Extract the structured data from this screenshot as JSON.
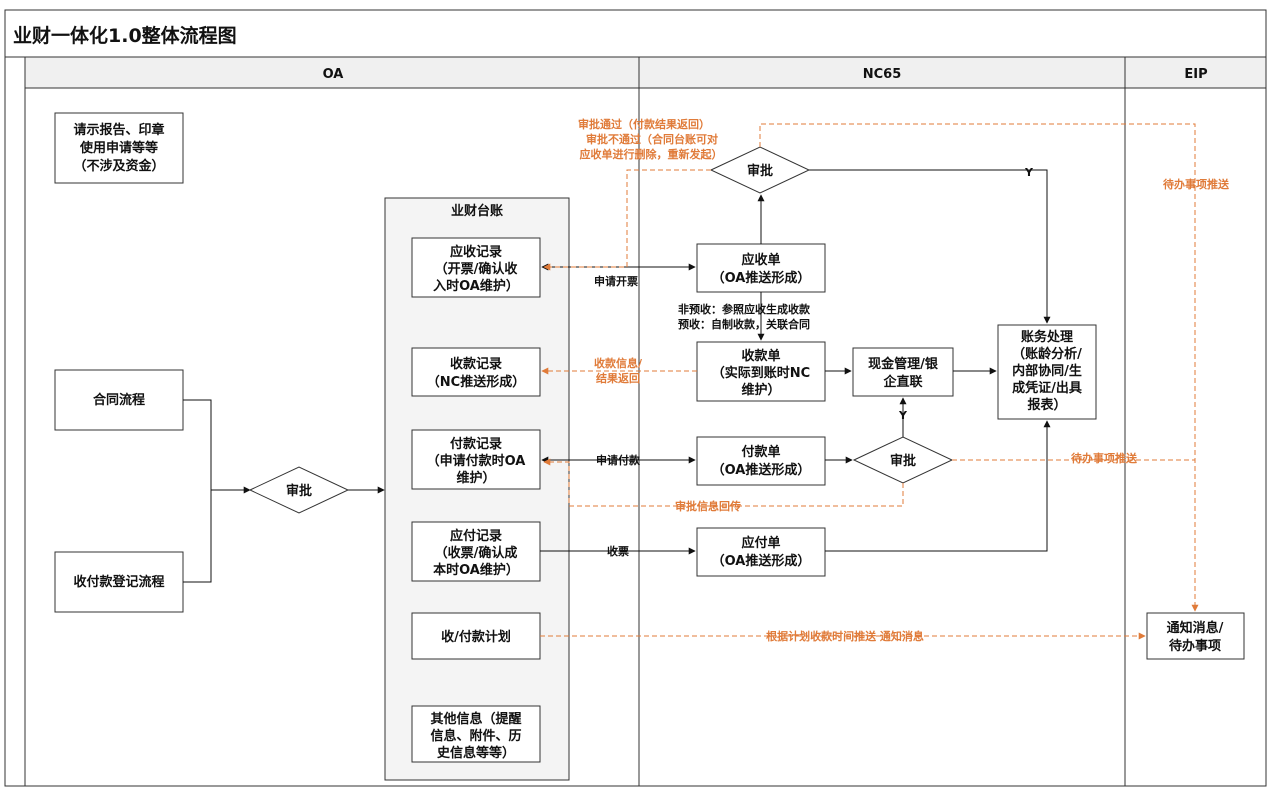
{
  "title": "业财一体化1.0整体流程图",
  "lanes": {
    "oa": "OA",
    "nc65": "NC65",
    "eip": "EIP"
  },
  "oa": {
    "report_box": [
      "请示报告、印章",
      "使用申请等等",
      "（不涉及资金）"
    ],
    "contract_flow": "合同流程",
    "payment_register": "收付款登记流程",
    "approve": "审批",
    "ledger_title": "业财台账",
    "receivable_record": [
      "应收记录",
      "（开票/确认收",
      "入时OA维护）"
    ],
    "receipt_record": [
      "收款记录",
      "（NC推送形成）"
    ],
    "payment_record": [
      "付款记录",
      "（申请付款时OA",
      "维护）"
    ],
    "payable_record": [
      "应付记录",
      "（收票/确认成",
      "本时OA维护）"
    ],
    "plan": "收/付款计划",
    "other_info": [
      "其他信息（提醒",
      "信息、附件、历",
      "史信息等等）"
    ]
  },
  "nc65": {
    "approve_top": "审批",
    "receivable_bill": [
      "应收单",
      "（OA推送形成）"
    ],
    "receipt_bill": [
      "收款单",
      "（实际到账时NC",
      "维护）"
    ],
    "cash_mgmt": [
      "现金管理/银",
      "企直联"
    ],
    "payment_bill": [
      "付款单",
      "（OA推送形成）"
    ],
    "approve_mid": "审批",
    "payable_bill": [
      "应付单",
      "（OA推送形成）"
    ],
    "accounting": [
      "账务处理",
      "（账龄分析/",
      "内部协同/生",
      "成凭证/出具",
      "报表）"
    ]
  },
  "eip": {
    "notify": [
      "通知消息/",
      "待办事项"
    ]
  },
  "edge_labels": {
    "approve_result": [
      "审批通过（付款结果返回）",
      "审批不通过（合同台账可对",
      "应收单进行删除，重新发起）"
    ],
    "apply_invoice": "申请开票",
    "receipt_note": [
      "非预收：参照应收生成收款",
      "预收：自制收款，关联合同"
    ],
    "receipt_info": [
      "收款信息/",
      "结果返回"
    ],
    "apply_payment": "申请付款",
    "approval_return": "审批信息回传",
    "receive_invoice": "收票",
    "todo_push_1": "待办事项推送",
    "todo_push_2": "待办事项推送",
    "plan_push": "根据计划收款时间推送 通知消息",
    "y1": "Y",
    "y2": "Y"
  },
  "colors": {
    "orange": "#e07b39",
    "border": "#333333",
    "lane_header": "#f0f0f0"
  }
}
